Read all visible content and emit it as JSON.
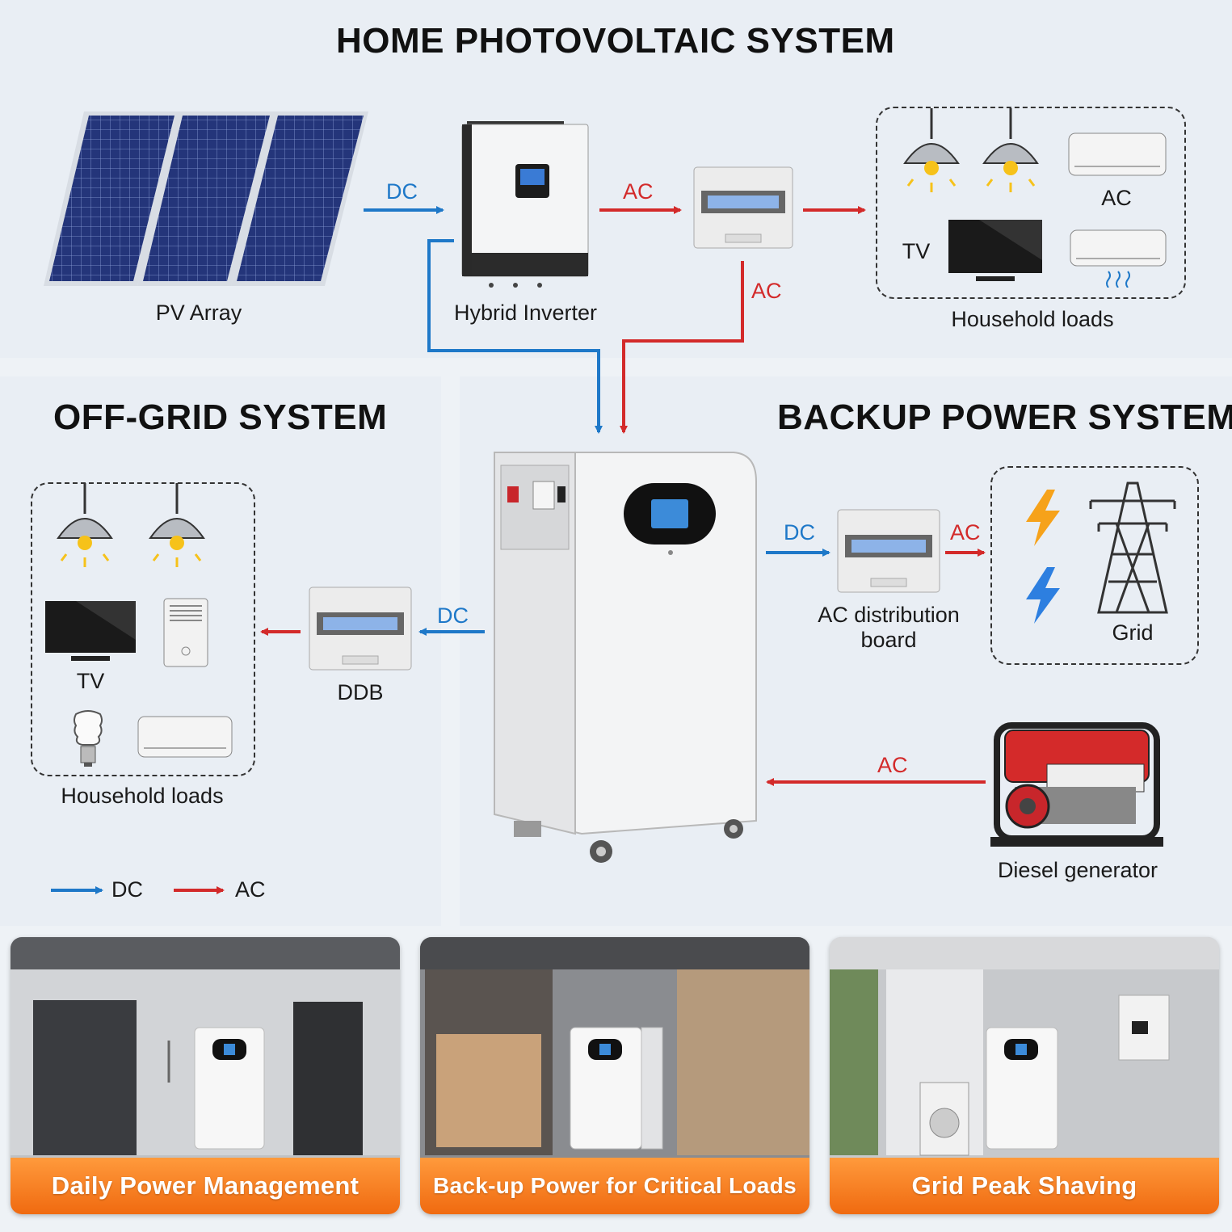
{
  "titles": {
    "home": "HOME PHOTOVOLTAIC SYSTEM",
    "offgrid": "OFF-GRID SYSTEM",
    "backup": "BACKUP POWER SYSTEM"
  },
  "components": {
    "pv_array": "PV Array",
    "hybrid_inverter": "Hybrid Inverter",
    "household_loads_top": "Household loads",
    "household_loads_left": "Household loads",
    "tv_top": "TV",
    "ac_top": "AC",
    "tv_left": "TV",
    "ddb": "DDB",
    "ac_distribution_board": "AC distribution board",
    "grid": "Grid",
    "diesel_generator": "Diesel generator"
  },
  "flow_labels": {
    "pv_to_inverter": "DC",
    "inverter_to_board": "AC",
    "board_to_battery": "AC",
    "battery_to_ddb": "DC",
    "battery_to_acdb": "DC",
    "acdb_to_grid": "AC",
    "generator_to_battery": "AC"
  },
  "legend": {
    "dc": "DC",
    "ac": "AC"
  },
  "applications": [
    {
      "label": "Daily Power Management"
    },
    {
      "label": "Back-up Power for Critical Loads"
    },
    {
      "label": "Grid Peak Shaving"
    }
  ],
  "colors": {
    "dc": "#1e78c8",
    "ac": "#d32a2a",
    "banner": "#f57a1e"
  }
}
